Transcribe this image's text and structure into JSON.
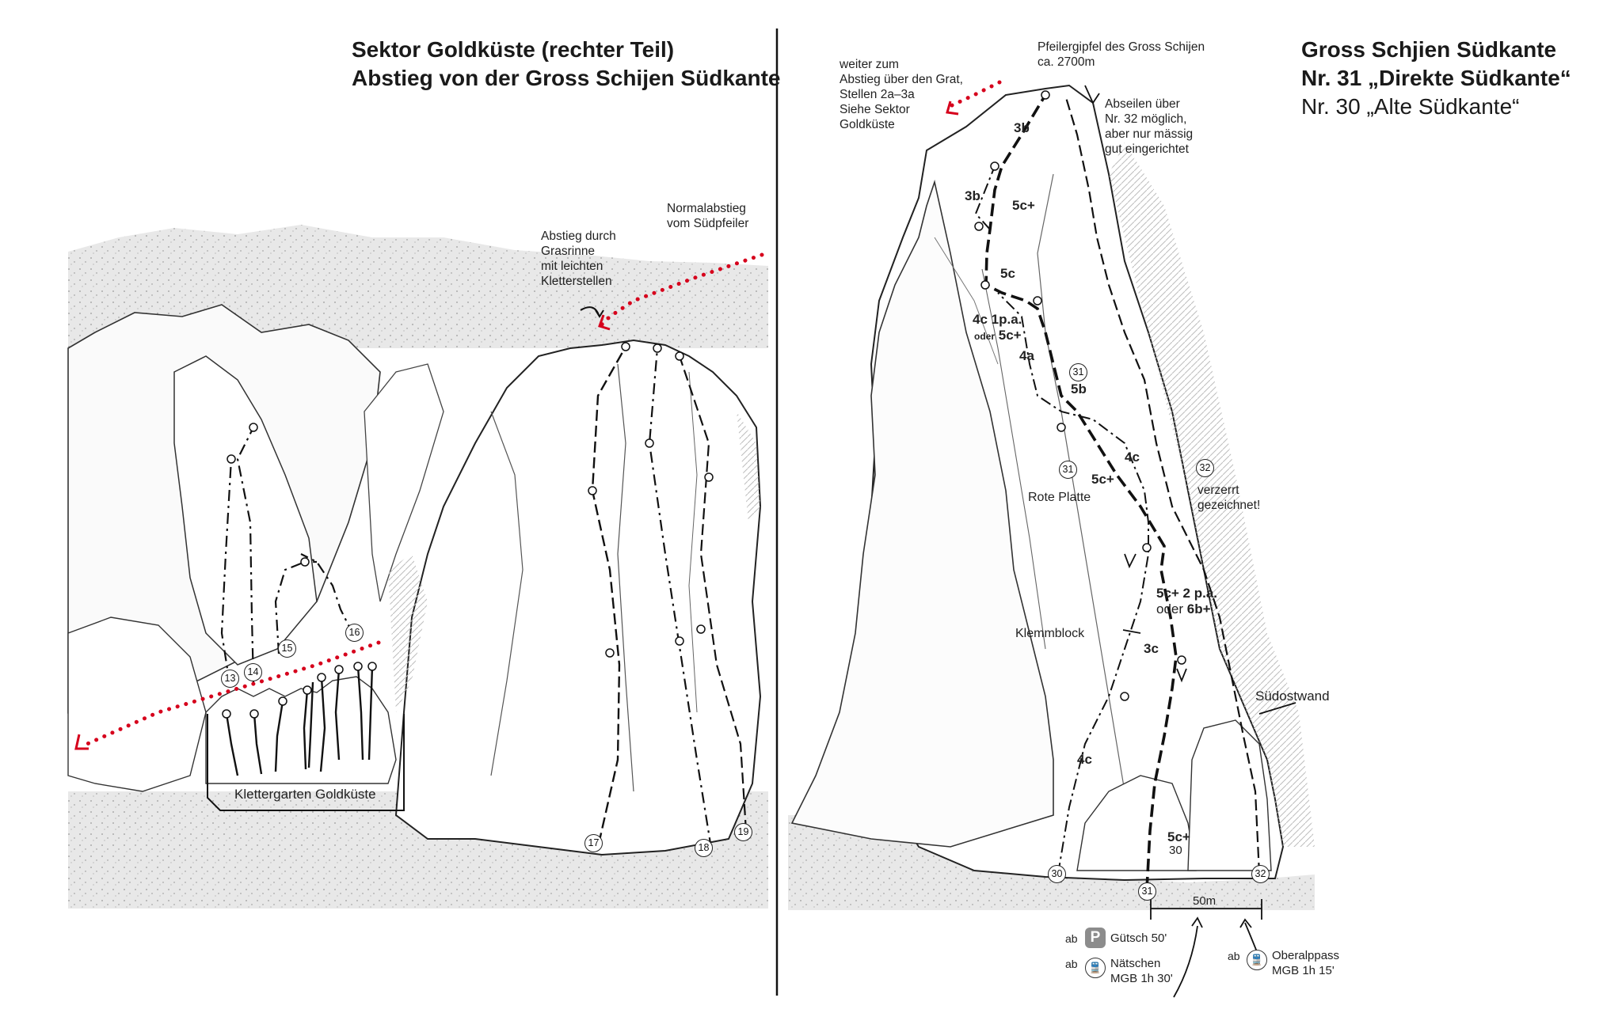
{
  "left": {
    "title_line1": "Sektor Goldküste (rechter Teil)",
    "title_line2": "Abstieg von der Gross Schijen Südkante",
    "note_normalabstieg": [
      "Normalabstieg",
      "vom Südpfeiler"
    ],
    "note_abstieg": [
      "Abstieg durch",
      "Grasrinne",
      "mit leichten",
      "Kletterstellen"
    ],
    "klettergarten": "Klettergarten Goldküste",
    "routes": [
      "13",
      "14",
      "15",
      "16",
      "17",
      "18",
      "19"
    ]
  },
  "right": {
    "title_line1": "Gross Schjien Südkante",
    "title_line2": "Nr. 31 „Direkte Südkante“",
    "title_line3": "Nr. 30 „Alte Südkante“",
    "summit": [
      "Pfeilergipfel des Gross Schijen",
      "ca. 2700m"
    ],
    "weiter": [
      "weiter zum",
      "Abstieg über den Grat,",
      "Stellen 2a–3a",
      "Siehe Sektor",
      "Goldküste"
    ],
    "abseilen": [
      "Abseilen über",
      "Nr. 32 möglich,",
      "aber nur mässig",
      "gut eingerichtet"
    ],
    "verzerrt": [
      "verzerrt",
      "gezeichnet!"
    ],
    "rote_platte": "Rote Platte",
    "klemmblock": "Klemmblock",
    "suedostwand": "Südostwand",
    "distance": "50m",
    "grades": {
      "g3b_top": "3b",
      "g3b_left": "3b",
      "g5cplus_top": "5c+",
      "g5c": "5c",
      "g4c_1pa": "4c 1p.a.",
      "g_oder": "oder",
      "g_5cplus_alt": "5c+",
      "g4a": "4a",
      "g5b": "5b",
      "g4c_mid": "4c",
      "g5cplus_mid": "5c+",
      "g5c2pa": "5c+ 2 p.a.",
      "g_oder2": "oder",
      "g6bplus": "6b+",
      "g3c": "3c",
      "g4c_low": "4c",
      "g5cplus_low": "5c+",
      "g30_sub": "30"
    },
    "routes": [
      "30",
      "31",
      "32",
      "31",
      "31",
      "32"
    ],
    "access": {
      "ab": "ab",
      "parking_icon": "P",
      "guetsch": "Gütsch 50'",
      "train_icon": "train-icon",
      "naetschen": [
        "Nätschen",
        "MGB 1h 30'"
      ],
      "oberalp": [
        "Oberalppass",
        "MGB 1h 15'"
      ]
    }
  },
  "colors": {
    "descent_dots": "#d6001c",
    "ink": "#222222",
    "ground": "#e6e6e6"
  }
}
